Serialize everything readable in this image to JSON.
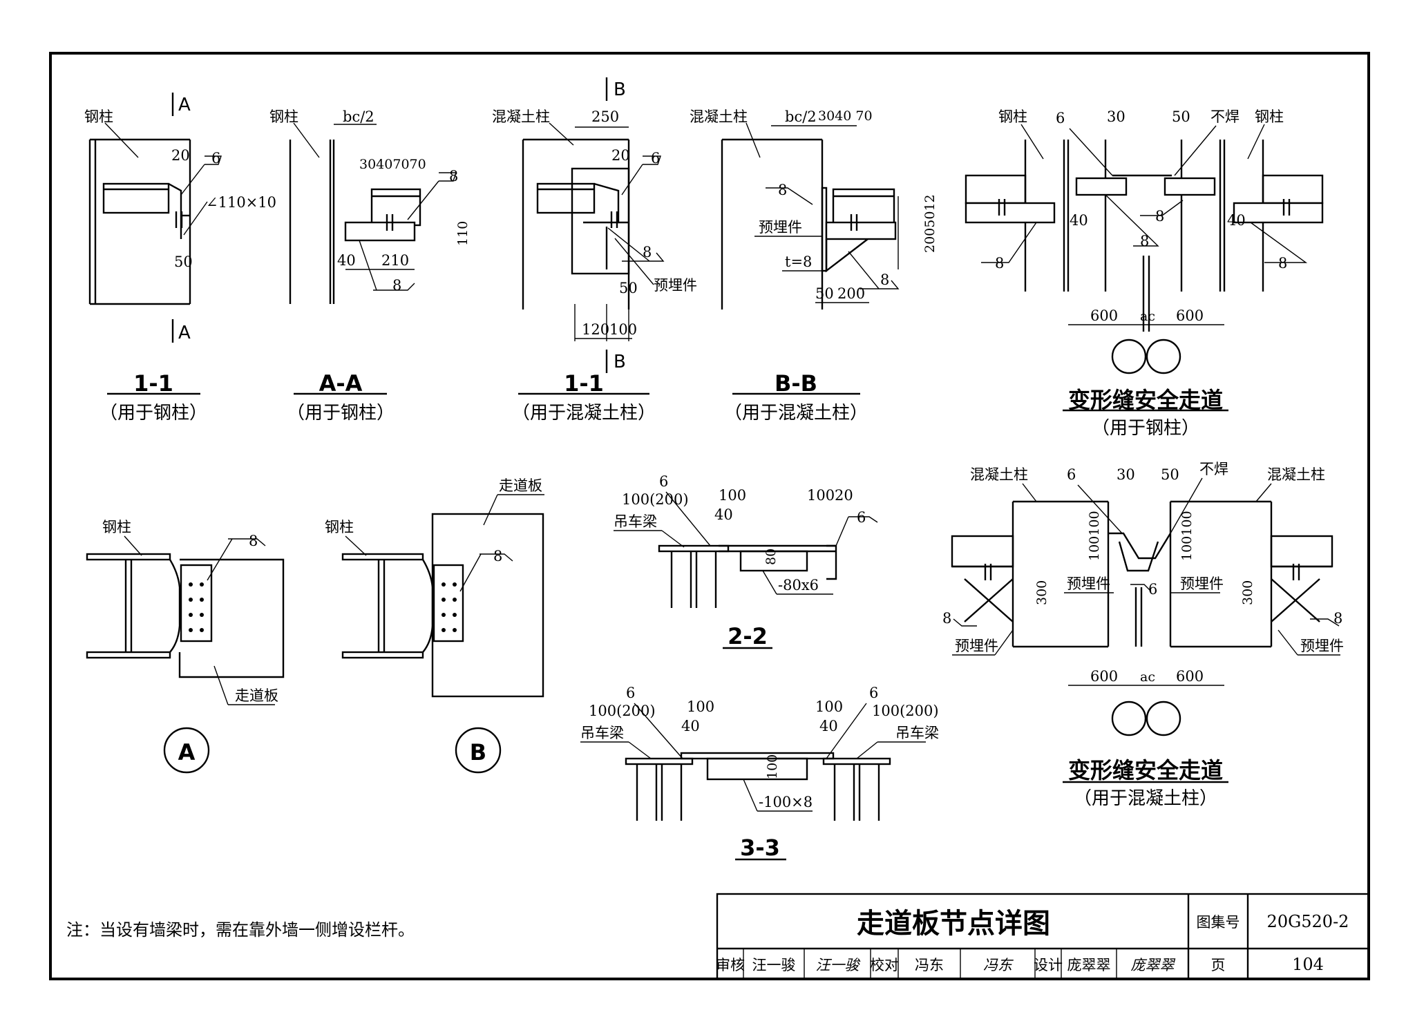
{
  "views": {
    "v1": {
      "title": "1-1",
      "subtitle": "（用于钢柱）",
      "column": "钢柱",
      "cut_a": "A",
      "weld_dim": "20",
      "weld_size": "6",
      "angle": "∠110×10",
      "d50": "50"
    },
    "v2": {
      "title": "A-A",
      "subtitle": "（用于钢柱）",
      "column": "钢柱",
      "bc": "bc/2",
      "dims": "30407070",
      "weld": "8",
      "d110": "110",
      "d40": "40",
      "d210": "210",
      "weld2": "8"
    },
    "v3": {
      "title": "1-1",
      "subtitle": "（用于混凝土柱）",
      "column": "混凝土柱",
      "cut_b": "B",
      "d250": "250",
      "d20": "20",
      "weld_size": "6",
      "weld8": "8",
      "d50": "50",
      "embed": "预埋件",
      "d120": "120",
      "d100": "100"
    },
    "v4": {
      "title": "B-B",
      "subtitle": "（用于混凝土柱）",
      "column": "混凝土柱",
      "bc": "bc/2",
      "dims": "3040 70",
      "weld": "8",
      "embed": "预埋件",
      "t8": "t=8",
      "right_dims": "2005012",
      "weld8": "8",
      "d50": "50",
      "d200": "200"
    },
    "v5": {
      "title": "变形缝安全走道",
      "subtitle": "（用于钢柱）",
      "col_l": "钢柱",
      "col_r": "钢柱",
      "weld_size": "6",
      "d30": "30",
      "d50": "50",
      "no_weld": "不焊",
      "w1": "8",
      "w2": "8",
      "w3": "8",
      "w4": "8",
      "d40l": "40",
      "d40r": "40",
      "d600l": "600",
      "d600r": "600",
      "ac": "ac"
    },
    "vA": {
      "mark": "A",
      "column": "钢柱",
      "weld": "8",
      "plate": "走道板"
    },
    "vB": {
      "mark": "B",
      "column": "钢柱",
      "weld": "8",
      "plate": "走道板"
    },
    "v22": {
      "title": "2-2",
      "weld_size": "6",
      "d100_200": "100(200)",
      "d100": "100",
      "d40": "40",
      "beam": "吊车梁",
      "d100b": "100",
      "d20": "20",
      "weld6": "6",
      "d80": "80",
      "flat": "-80x6"
    },
    "v33": {
      "title": "3-3",
      "weld_l": "6",
      "d100_200_l": "100(200)",
      "d100_l": "100",
      "d40_l": "40",
      "beam_l": "吊车梁",
      "weld_r": "6",
      "d100_200_r": "100(200)",
      "d100_r": "100",
      "d40_r": "40",
      "beam_r": "吊车梁",
      "d100v": "100",
      "flat": "-100×8"
    },
    "v6": {
      "title": "变形缝安全走道",
      "subtitle": "（用于混凝土柱）",
      "col_l": "混凝土柱",
      "col_r": "混凝土柱",
      "weld_size": "6",
      "d30": "30",
      "d50": "50",
      "no_weld": "不焊",
      "d100100l": "100100",
      "d100100r": "100100",
      "embed_l1": "预埋件",
      "embed_r1": "预埋件",
      "embed_l2": "预埋件",
      "embed_r2": "预埋件",
      "d300l": "300",
      "d300r": "300",
      "w8l": "8",
      "w8r": "8",
      "w6": "6",
      "d600l": "600",
      "d600r": "600",
      "ac": "ac"
    }
  },
  "note": "注：当设有墙梁时，需在靠外墙一侧增设栏杆。",
  "title_block": {
    "title": "走道板节点详图",
    "atlas_label": "图集号",
    "atlas_value": "20G520-2",
    "review_label": "审核",
    "reviewer": "汪一骏",
    "reviewer_sign": "汪一骏",
    "check_label": "校对",
    "checker": "冯东",
    "checker_sign": "冯东",
    "design_label": "设计",
    "designer": "庞翠翠",
    "designer_sign": "庞翠翠",
    "page_label": "页",
    "page_value": "104"
  }
}
